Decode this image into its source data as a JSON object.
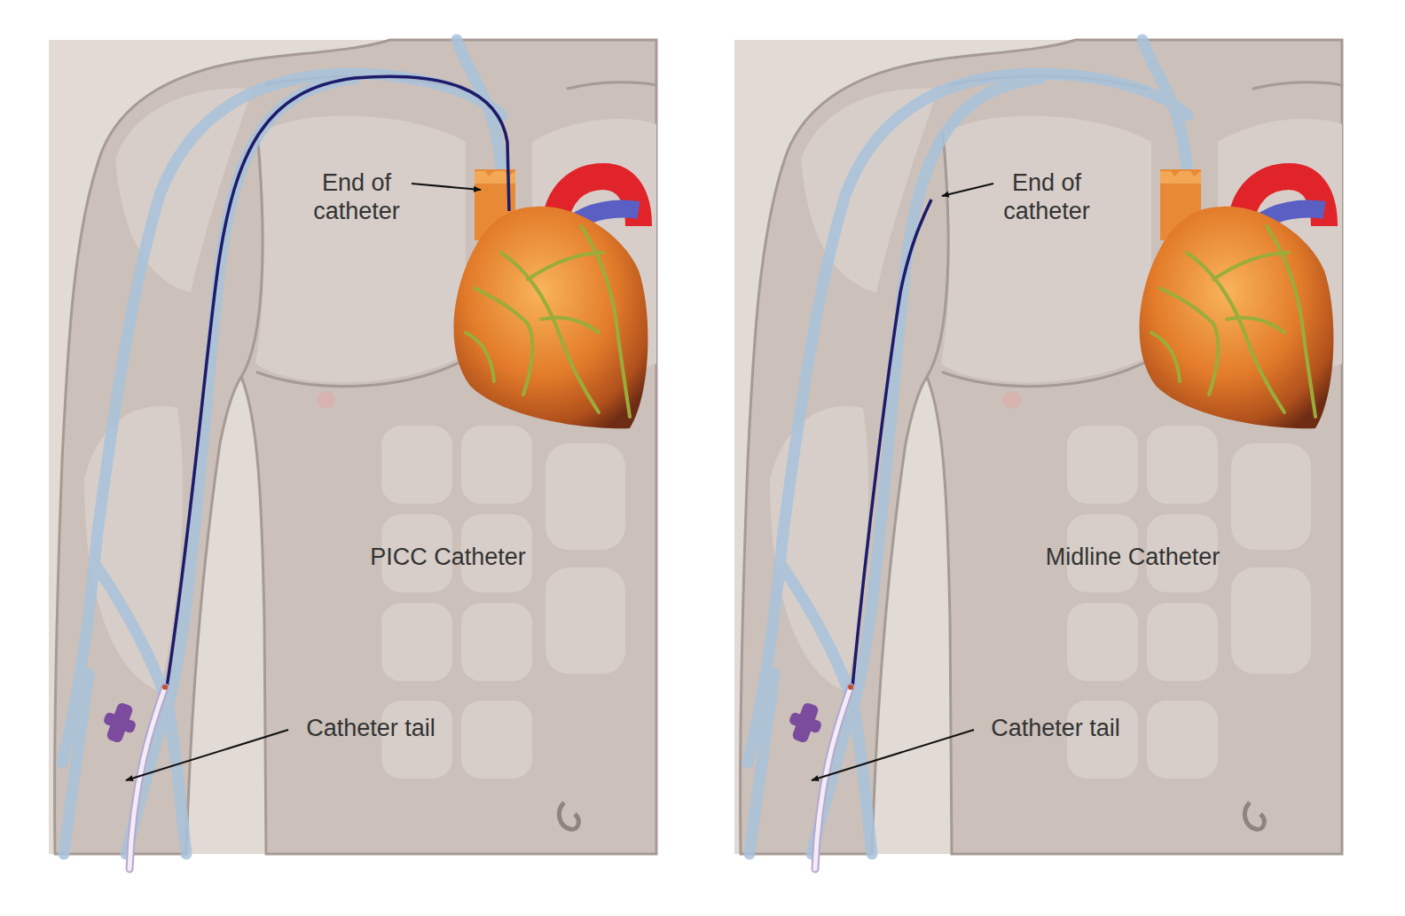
{
  "diagram": {
    "labels": [
      "End of catheter",
      "PICC Catheter",
      "Catheter tail",
      "End of catheter",
      "Midline Catheter",
      "Catheter tail"
    ]
  }
}
